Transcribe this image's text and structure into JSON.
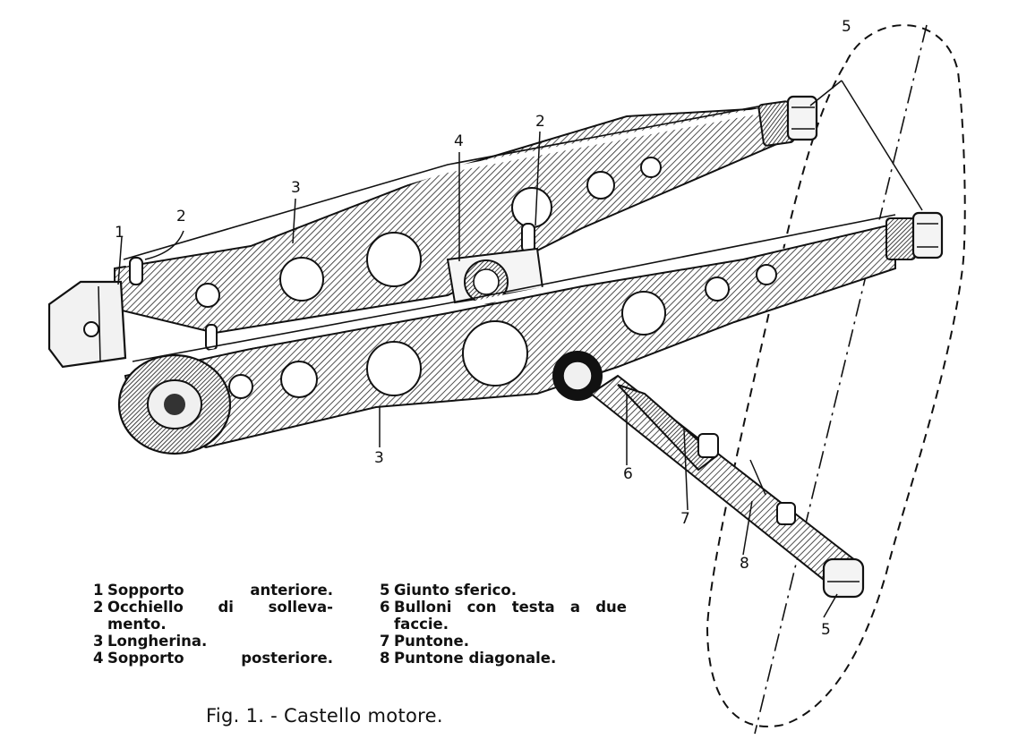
{
  "callouts": [
    {
      "id": "c1",
      "text": "1"
    },
    {
      "id": "c2a",
      "text": "2"
    },
    {
      "id": "c2b",
      "text": "2"
    },
    {
      "id": "c3a",
      "text": "3"
    },
    {
      "id": "c3b",
      "text": "3"
    },
    {
      "id": "c4",
      "text": "4"
    },
    {
      "id": "c5a",
      "text": "5"
    },
    {
      "id": "c5b",
      "text": "5"
    },
    {
      "id": "c6",
      "text": "6"
    },
    {
      "id": "c7",
      "text": "7"
    },
    {
      "id": "c8",
      "text": "8"
    }
  ],
  "legend": {
    "left": [
      {
        "num": "1",
        "line1": "Sopporto  anteriore.",
        "line2": ""
      },
      {
        "num": "2",
        "line1": "Occhiello  di  solleva-",
        "line2": "mento."
      },
      {
        "num": "3",
        "line1": "Longherina.",
        "line2": ""
      },
      {
        "num": "4",
        "line1": "Sopporto  posteriore.",
        "line2": ""
      }
    ],
    "right": [
      {
        "num": "5",
        "line1": "Giunto sferico.",
        "line2": ""
      },
      {
        "num": "6",
        "line1": "Bulloni con testa a due",
        "line2": "faccie."
      },
      {
        "num": "7",
        "line1": "Puntone.",
        "line2": ""
      },
      {
        "num": "8",
        "line1": "Puntone diagonale.",
        "line2": ""
      }
    ]
  },
  "caption": "Fig. 1. - Castello motore."
}
